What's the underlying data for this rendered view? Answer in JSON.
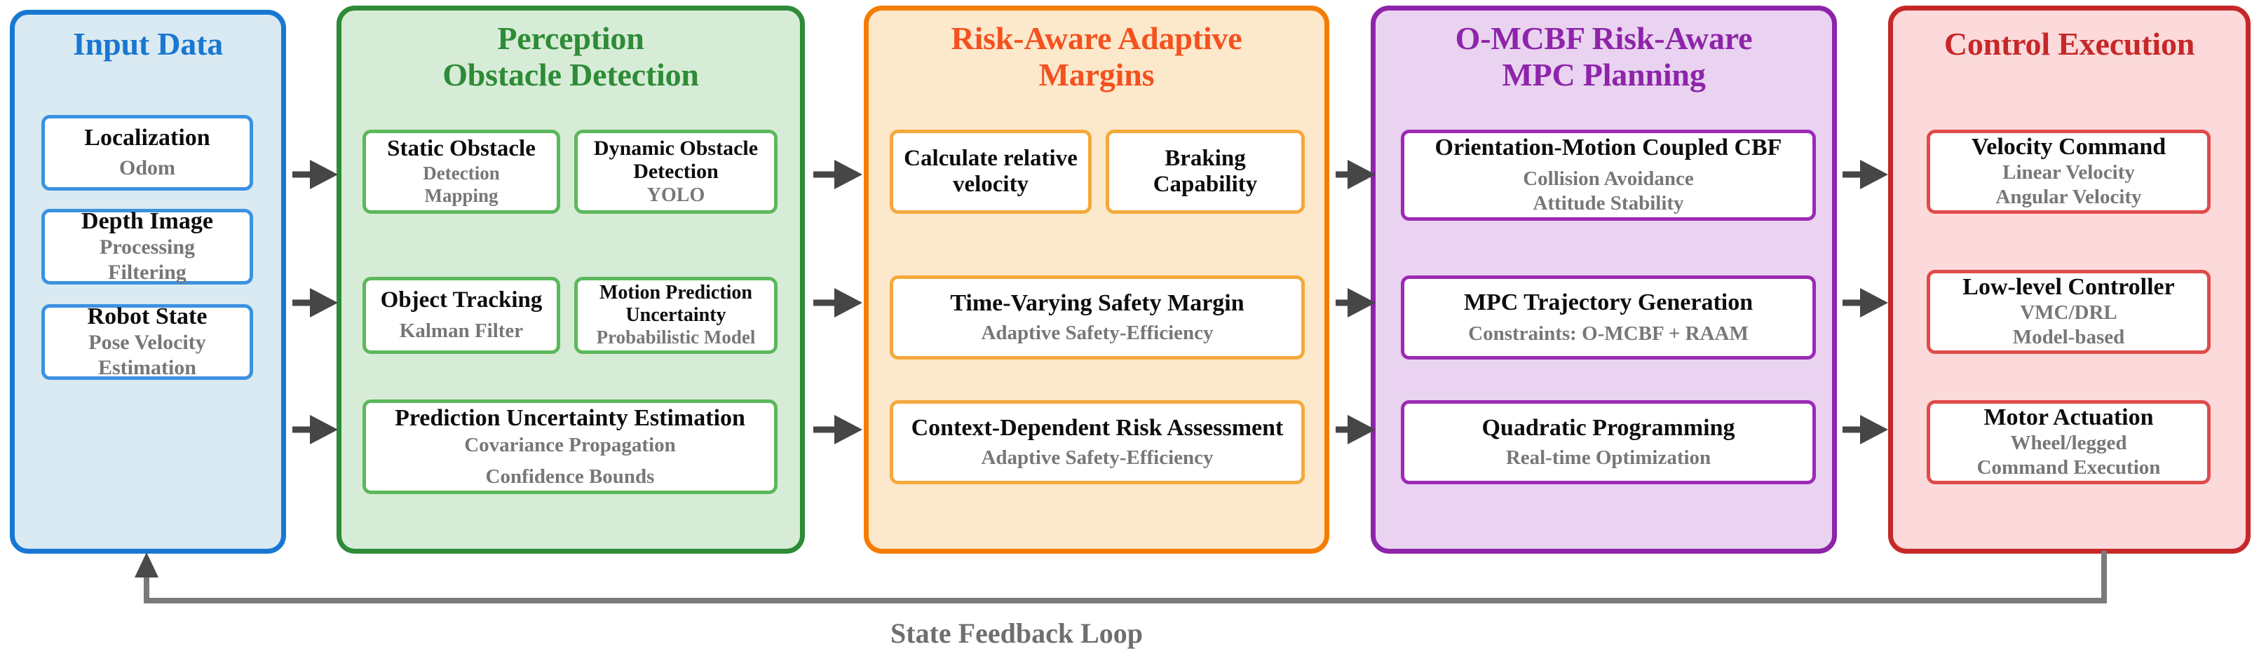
{
  "diagram": {
    "title_hidden": "",
    "feedback": {
      "label": "State Feedback Loop",
      "color": "#7a7a7a"
    },
    "columns": [
      {
        "id": "input-data",
        "title": "Input Data",
        "title_lines": [
          "Input Data"
        ],
        "accent": "#1877d2",
        "fill": "#daeaf2",
        "card_border": "#3b92e0",
        "cards": [
          {
            "title": "Localization",
            "subs": [
              "Odom"
            ]
          },
          {
            "title": "Depth Image",
            "subs": [
              "Processing",
              "Filtering"
            ]
          },
          {
            "title": "Robot State",
            "subs": [
              "Pose Velocity",
              "Estimation"
            ]
          }
        ]
      },
      {
        "id": "perception",
        "title": "Perception Obstacle Detection",
        "title_lines": [
          "Perception",
          "Obstacle Detection"
        ],
        "accent": "#2e8b37",
        "fill": "#d7ecd6",
        "card_border": "#5bb85c",
        "cards": [
          {
            "title": "Static Obstacle",
            "subs": [
              "Detection",
              "Mapping"
            ]
          },
          {
            "title": "Dynamic Obstacle Detection",
            "subs": [
              "YOLO"
            ]
          },
          {
            "title": "Object Tracking",
            "subs": [
              "Kalman Filter"
            ]
          },
          {
            "title": "Motion Prediction Uncertainty",
            "subs": [
              "Probabilistic Model"
            ]
          },
          {
            "title": "Prediction Uncertainty Estimation",
            "subs": [
              "Covariance Propagation",
              "Confidence Bounds"
            ]
          }
        ]
      },
      {
        "id": "raam",
        "title": "Risk-Aware Adaptive Margins",
        "title_lines": [
          "Risk-Aware Adaptive",
          "Margins"
        ],
        "accent": "#f57c00",
        "fill": "#fce8cb",
        "card_border": "#f4a93c",
        "cards": [
          {
            "title": "Calculate relative velocity",
            "subs": []
          },
          {
            "title": "Braking Capability",
            "subs": []
          },
          {
            "title": "Time-Varying Safety Margin",
            "subs": [
              "Adaptive Safety-Efficiency"
            ]
          },
          {
            "title": "Context-Dependent Risk Assessment",
            "subs": [
              "Adaptive Safety-Efficiency"
            ]
          }
        ]
      },
      {
        "id": "omcbf",
        "title": "O-MCBF Risk-Aware MPC Planning",
        "title_lines": [
          "O-MCBF Risk-Aware",
          "MPC Planning"
        ],
        "accent": "#8e24aa",
        "fill": "#e9d3f0",
        "card_border": "#9c2ab5",
        "cards": [
          {
            "title": "Orientation-Motion Coupled CBF",
            "subs": [
              "Collision Avoidance",
              "Attitude Stability"
            ]
          },
          {
            "title": "MPC Trajectory Generation",
            "subs": [
              "Constraints: O-MCBF + RAAM"
            ]
          },
          {
            "title": "Quadratic Programming",
            "subs": [
              "Real-time Optimization"
            ]
          }
        ]
      },
      {
        "id": "control",
        "title": "Control Execution",
        "title_lines": [
          "Control Execution"
        ],
        "accent": "#c62828",
        "fill": "#fcd9da",
        "card_border": "#e04b4b",
        "cards": [
          {
            "title": "Velocity Command",
            "subs": [
              "Linear Velocity",
              "Angular Velocity"
            ]
          },
          {
            "title": "Low-level Controller",
            "subs": [
              "VMC/DRL",
              "Model-based"
            ]
          },
          {
            "title": "Motor Actuation",
            "subs": [
              "Wheel/legged",
              "Command Execution"
            ]
          }
        ]
      }
    ],
    "arrow_groups": [
      {
        "from": "input-data",
        "to": "perception"
      },
      {
        "from": "perception",
        "to": "raam"
      },
      {
        "from": "raam",
        "to": "omcbf"
      },
      {
        "from": "omcbf",
        "to": "control"
      }
    ]
  }
}
